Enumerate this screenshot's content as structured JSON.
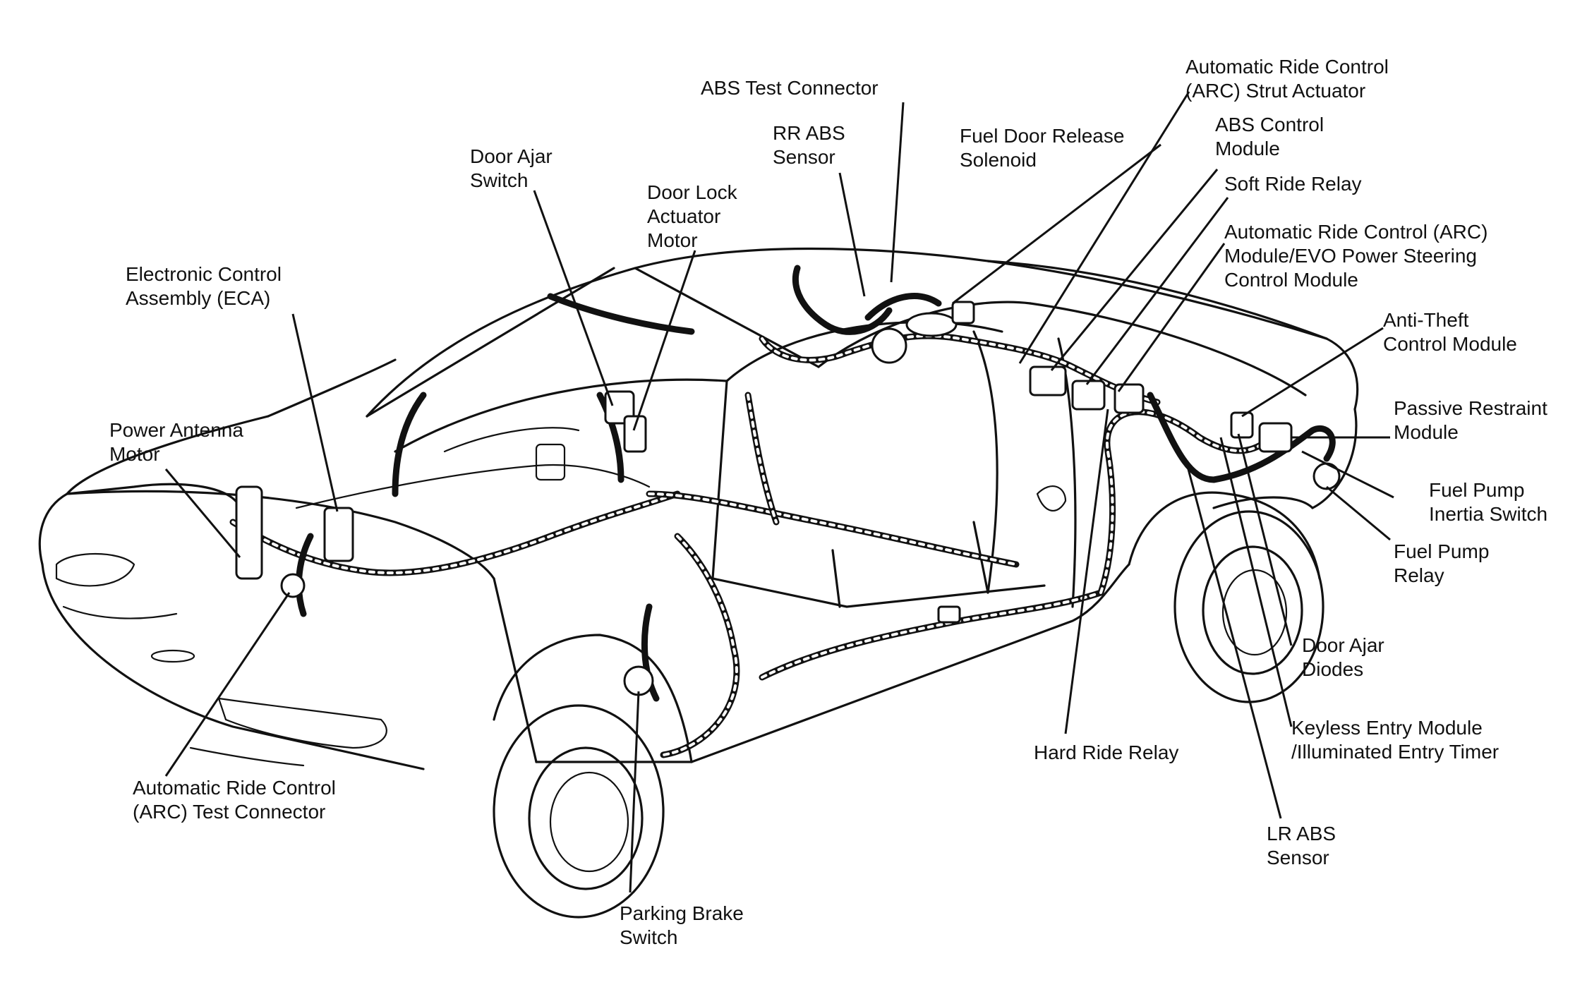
{
  "diagram": {
    "labels": [
      {
        "id": "abs-test-connector",
        "lines": [
          "ABS Test Connector"
        ]
      },
      {
        "id": "arc-strut-actuator",
        "lines": [
          "Automatic Ride Control",
          "(ARC) Strut Actuator"
        ]
      },
      {
        "id": "rr-abs-sensor",
        "lines": [
          "RR ABS",
          "Sensor"
        ]
      },
      {
        "id": "fuel-door-release-solenoid",
        "lines": [
          "Fuel Door Release",
          "Solenoid"
        ]
      },
      {
        "id": "abs-control-module",
        "lines": [
          "ABS Control",
          "Module"
        ]
      },
      {
        "id": "door-ajar-switch",
        "lines": [
          "Door Ajar",
          "Switch"
        ]
      },
      {
        "id": "soft-ride-relay",
        "lines": [
          "Soft Ride Relay"
        ]
      },
      {
        "id": "door-lock-actuator-motor",
        "lines": [
          "Door Lock",
          "Actuator",
          "Motor"
        ]
      },
      {
        "id": "arc-module-evo",
        "lines": [
          "Automatic Ride Control (ARC)",
          "Module/EVO Power Steering",
          "Control Module"
        ]
      },
      {
        "id": "eca",
        "lines": [
          "Electronic Control",
          "Assembly (ECA)"
        ]
      },
      {
        "id": "anti-theft-control-module",
        "lines": [
          "Anti-Theft",
          "Control Module"
        ]
      },
      {
        "id": "power-antenna-motor",
        "lines": [
          "Power Antenna",
          "Motor"
        ]
      },
      {
        "id": "passive-restraint-module",
        "lines": [
          "Passive Restraint",
          "Module"
        ]
      },
      {
        "id": "fuel-pump-inertia-switch",
        "lines": [
          "Fuel Pump",
          "Inertia Switch"
        ]
      },
      {
        "id": "fuel-pump-relay",
        "lines": [
          "Fuel Pump",
          "Relay"
        ]
      },
      {
        "id": "door-ajar-diodes",
        "lines": [
          "Door Ajar",
          "Diodes"
        ]
      },
      {
        "id": "keyless-entry-module",
        "lines": [
          "Keyless Entry Module",
          "/Illuminated Entry Timer"
        ]
      },
      {
        "id": "hard-ride-relay",
        "lines": [
          "Hard Ride Relay"
        ]
      },
      {
        "id": "arc-test-connector",
        "lines": [
          "Automatic Ride Control",
          "(ARC) Test Connector"
        ]
      },
      {
        "id": "lr-abs-sensor",
        "lines": [
          "LR ABS",
          "Sensor"
        ]
      },
      {
        "id": "parking-brake-switch",
        "lines": [
          "Parking Brake",
          "Switch"
        ]
      }
    ]
  }
}
